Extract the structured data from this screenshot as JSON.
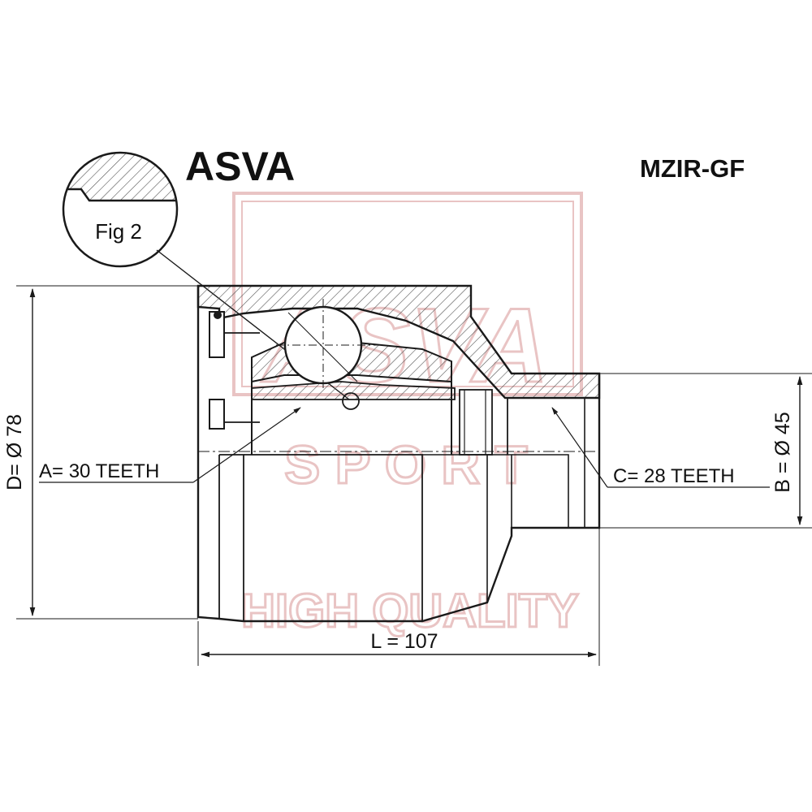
{
  "brand": "ASVA",
  "part_number": "MZIR-GF",
  "fig_label": "Fig 2",
  "dimensions": {
    "a_label": "A= 30 TEETH",
    "c_label": "C= 28 TEETH",
    "d_label": "D= Ø 78",
    "b_label": "B = Ø 45",
    "l_label": "L = 107"
  },
  "watermark": {
    "logo_text": "ASVA",
    "sport_text": "S P O R T",
    "quality_text": "HIGH QUALITY"
  },
  "colors": {
    "line": "#1a1a1a",
    "hatch": "#555555",
    "watermark": "#e9c4c4"
  }
}
